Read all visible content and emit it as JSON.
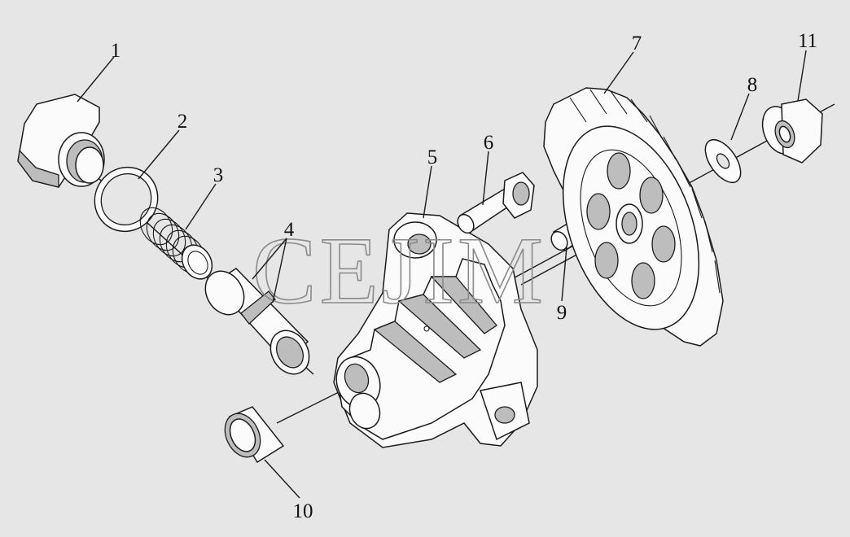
{
  "diagram": {
    "watermark": "CEJIM",
    "callouts": [
      {
        "id": "1",
        "label": "1"
      },
      {
        "id": "2",
        "label": "2"
      },
      {
        "id": "3",
        "label": "3"
      },
      {
        "id": "4",
        "label": "4"
      },
      {
        "id": "5",
        "label": "5"
      },
      {
        "id": "6",
        "label": "6"
      },
      {
        "id": "7",
        "label": "7"
      },
      {
        "id": "8",
        "label": "8"
      },
      {
        "id": "9",
        "label": "9"
      },
      {
        "id": "10",
        "label": "10"
      },
      {
        "id": "11",
        "label": "11"
      }
    ],
    "colors": {
      "background": "#e6e6e6",
      "line": "#1a1a1a",
      "fill": "#fbfbfb",
      "shade": "#bdbdbd",
      "watermark": "#8a8a8a"
    }
  }
}
